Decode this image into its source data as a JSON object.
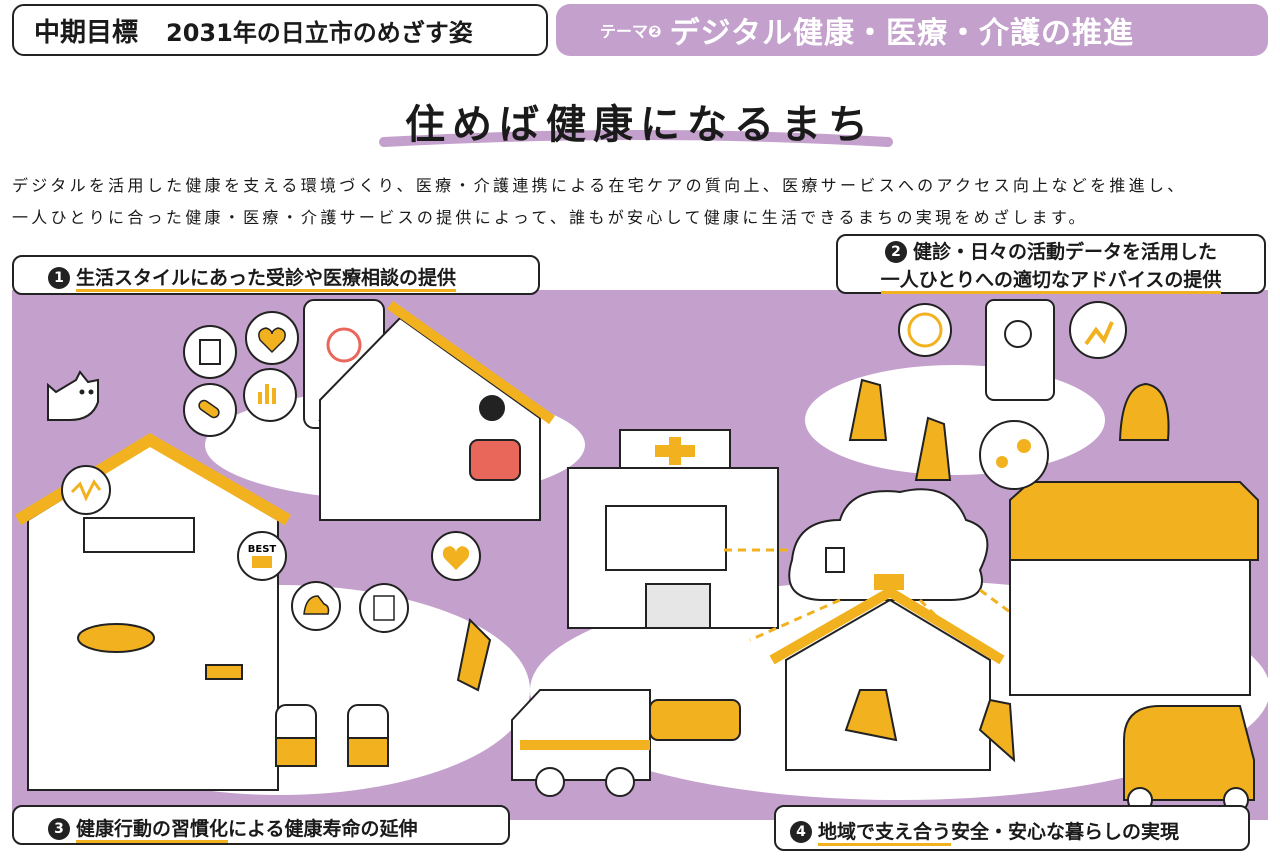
{
  "header": {
    "tag": "中期目標",
    "subtitle": "2031年の日立市のめざす姿",
    "theme_label": "テーマ❷",
    "theme_title": "デジタル健康・医療・介護の推進"
  },
  "main_title": "住めば健康になるまち",
  "description": {
    "line1": "デジタルを活用した健康を支える環境づくり、医療・介護連携による在宅ケアの質向上、医療サービスへのアクセス向上などを推進し、",
    "line2": "一人ひとりに合った健康・医療・介護サービスの提供によって、誰もが安心して健康に生活できるまちの実現をめざします。"
  },
  "callouts": {
    "c1": {
      "num": "1",
      "text": "生活スタイルにあった受診や医療相談の提供"
    },
    "c2": {
      "num": "2",
      "line1": "健診・日々の活動データを活用した",
      "line2": "一人ひとりへの適切なアドバイスの提供"
    },
    "c3": {
      "num": "3",
      "text_hl": "健康行動の習慣化",
      "text_rest": "による健康寿命の延伸"
    },
    "c4": {
      "num": "4",
      "text_hl": "地域で支え合う",
      "text_rest": "安全・安心な暮らしの実現"
    }
  },
  "illustration": {
    "poster_text": "BEST",
    "colors": {
      "purple": "#c4a0cc",
      "yellow": "#f2b21f",
      "red": "#e8665a",
      "ink": "#222222"
    }
  }
}
